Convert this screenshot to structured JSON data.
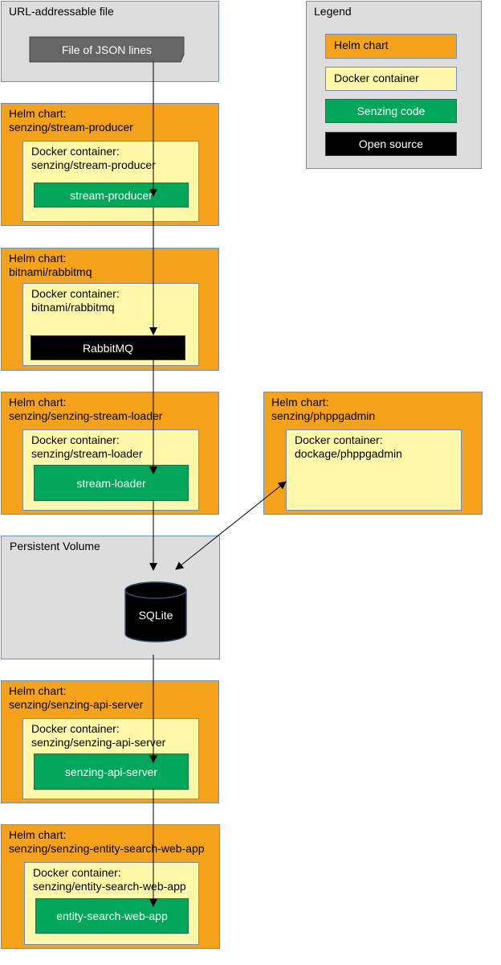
{
  "source": {
    "title": "URL-addressable file",
    "file_label": "File of JSON lines"
  },
  "legend": {
    "title": "Legend",
    "helm": "Helm chart",
    "docker": "Docker container",
    "senzing": "Senzing code",
    "open_source": "Open source"
  },
  "producer": {
    "helm": "Helm chart:\nsenzing/stream-producer",
    "docker": "Docker container:\nsenzing/stream-producer",
    "component": "stream-producer"
  },
  "rabbitmq": {
    "helm": "Helm chart:\nbitnami/rabbitmq",
    "docker": "Docker container:\nbitnami/rabbitmq",
    "component": "RabbitMQ"
  },
  "loader": {
    "helm": "Helm chart:\nsenzing/senzing-stream-loader",
    "docker": "Docker container:\nsenzing/stream-loader",
    "component": "stream-loader"
  },
  "phppgadmin": {
    "helm": "Helm chart:\nsenzing/phppgadmin",
    "docker": "Docker container:\ndockage/phppgadmin"
  },
  "volume": {
    "title": "Persistent Volume",
    "db_label": "SQLite"
  },
  "api_server": {
    "helm": "Helm chart:\nsenzing/senzing-api-server",
    "docker": "Docker container:\nsenzing/senzing-api-server",
    "component": "senzing-api-server"
  },
  "web_app": {
    "helm": "Helm chart:\nsenzing/senzing-entity-search-web-app",
    "docker": "Docker container:\nsenzing/entity-search-web-app",
    "component": "entity-search-web-app"
  },
  "colors": {
    "helm": "#f5a21b",
    "docker": "#fff8a8",
    "senzing": "#00a65a",
    "open_source": "#000000",
    "panel": "#dddddd"
  }
}
